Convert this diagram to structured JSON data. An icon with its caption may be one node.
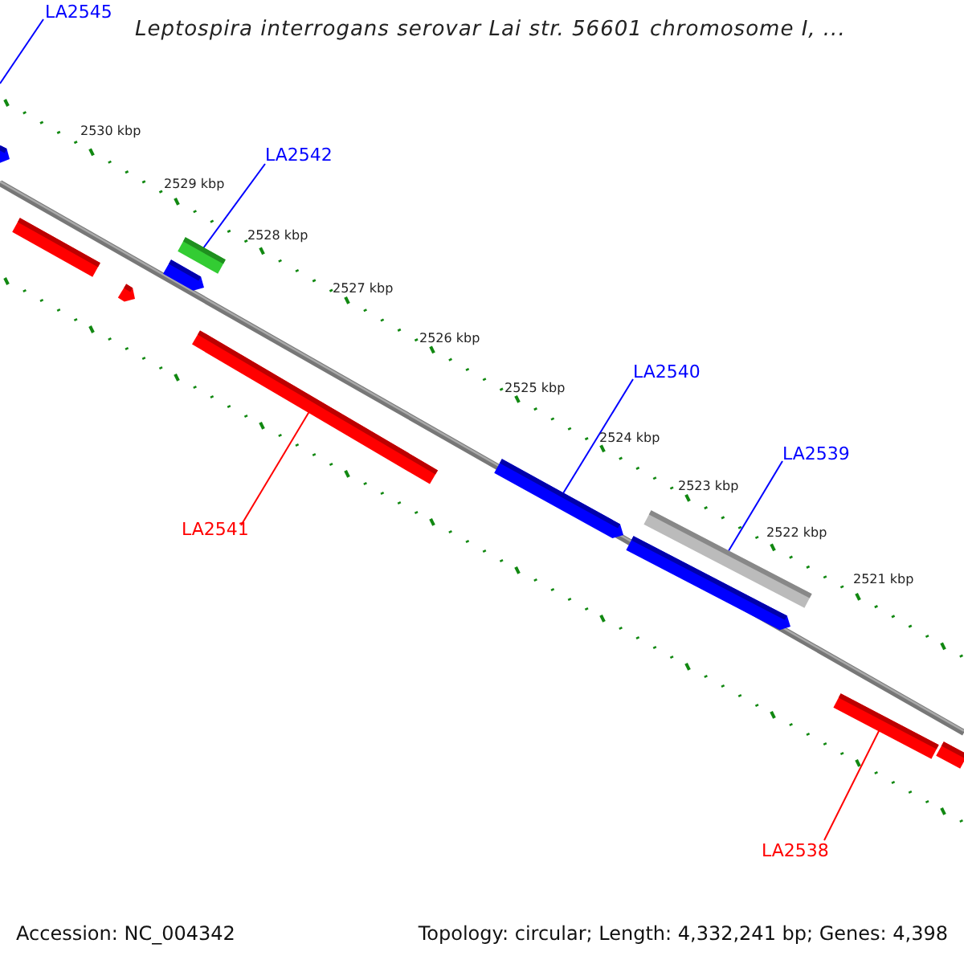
{
  "diagram": {
    "title": "Leptospira interrogans serovar Lai str. 56601 chromosome I, ...",
    "nodes": [
      {
        "text": [
          "LA2545"
        ]
      },
      {
        "text": [
          "LA2542"
        ]
      },
      {
        "text": [
          "LA2540"
        ]
      },
      {
        "text": [
          "LA2539"
        ]
      },
      {
        "text": [
          "LA2541"
        ]
      },
      {
        "text": [
          "LA2538"
        ]
      },
      {
        "text": [],
        "shape": "bar"
      },
      {
        "text": [],
        "shape": "bar"
      },
      {
        "text": [],
        "shape": "bar"
      },
      {
        "text": [],
        "shape": "bar"
      },
      {
        "text": [],
        "shape": "bar"
      },
      {
        "text": [],
        "shape": "bar"
      },
      {
        "text": [],
        "shape": "bar"
      },
      {
        "text": [],
        "shape": "bar"
      },
      {
        "text": [],
        "shape": "bar"
      },
      {
        "text": [],
        "shape": "bar"
      },
      {
        "text": [],
        "shape": "bar"
      }
    ],
    "edges": [
      {
        "from": 0,
        "to": null,
        "arrow": "none"
      },
      {
        "from": 1,
        "to": 10,
        "arrow": "none"
      },
      {
        "from": 2,
        "to": 12,
        "arrow": "none"
      },
      {
        "from": 3,
        "to": 14,
        "arrow": "none"
      },
      {
        "from": 4,
        "to": 11,
        "arrow": "none",
        "color": "#ff0000"
      },
      {
        "from": 5,
        "to": 15,
        "arrow": "none",
        "color": "#ff0000"
      }
    ],
    "labels": [
      "2530 kbp",
      "2529 kbp",
      "2528 kbp",
      "2527 kbp",
      "2526 kbp",
      "2525 kbp",
      "2524 kbp",
      "2523 kbp",
      "2522 kbp",
      "2521 kbp",
      "Accession: NC_004342",
      "Topology: circular; Length: 4,332,241 bp; Genes: 4,398"
    ]
  }
}
